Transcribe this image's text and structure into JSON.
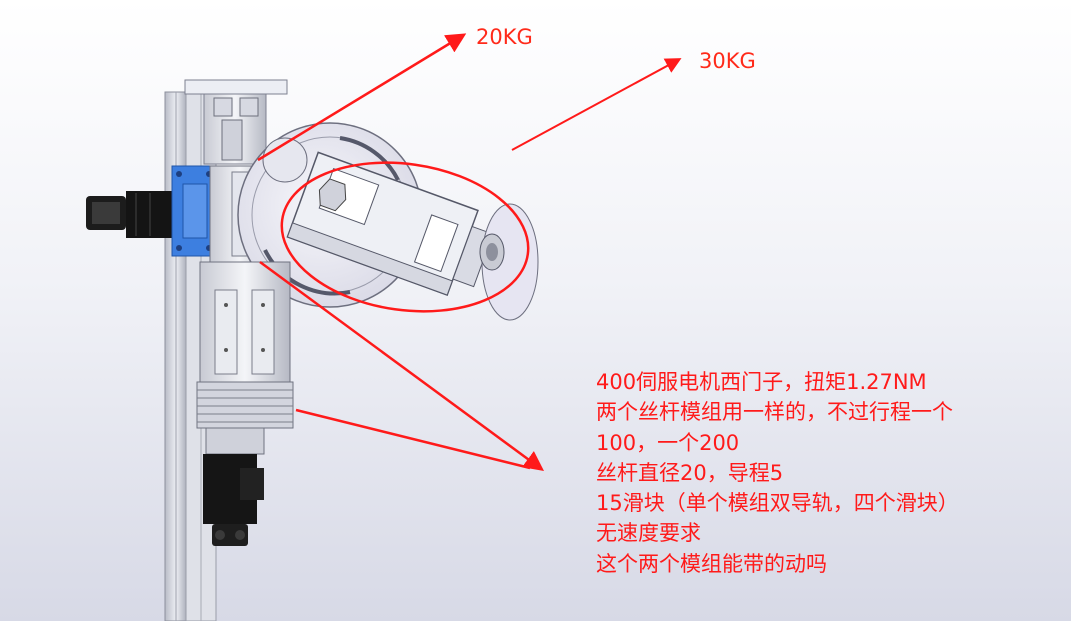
{
  "annotations": {
    "load_labels": [
      "20KG",
      "30KG"
    ],
    "note_lines": [
      "400伺服电机西门子，扭矩1.27NM",
      "两个丝杆模组用一样的，不过行程一个",
      "100，一个200",
      "丝杆直径20，导程5",
      "15滑块（单个模组双导轨，四个滑块）",
      "无速度要求",
      "这个两个模组能带的动吗"
    ]
  },
  "colors": {
    "annotation_red": "#ff1a1a",
    "motor_black": "#141414",
    "plate_blue": "#3d7fe0",
    "frame_grey": "#c9cbd4",
    "disc_lavender": "#ecebf5"
  }
}
